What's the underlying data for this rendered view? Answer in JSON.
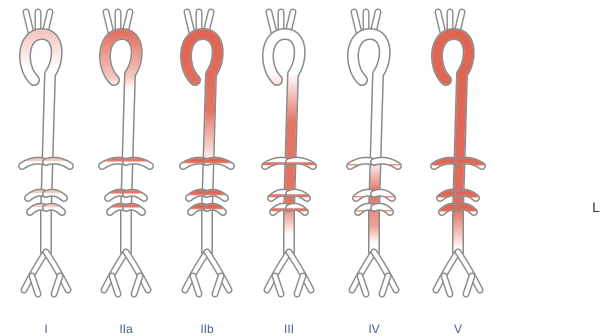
{
  "colors": {
    "dissection": "#e06452",
    "normal": "#ffffff",
    "outline": "#8a8a8a",
    "label": "#3f5f8a"
  },
  "panels": [
    {
      "label": "I",
      "arch": "partial",
      "descending": "none",
      "abdominal": "none"
    },
    {
      "label": "IIa",
      "arch": "partial",
      "descending": "none",
      "abdominal": "none"
    },
    {
      "label": "IIb",
      "arch": "full",
      "descending": "upper",
      "abdominal": "none"
    },
    {
      "label": "III",
      "arch": "none",
      "descending": "full",
      "abdominal": "upper"
    },
    {
      "label": "IV",
      "arch": "none",
      "descending": "none",
      "abdominal": "full"
    },
    {
      "label": "V",
      "arch": "full",
      "descending": "full",
      "abdominal": "full"
    }
  ],
  "side_label": "L"
}
